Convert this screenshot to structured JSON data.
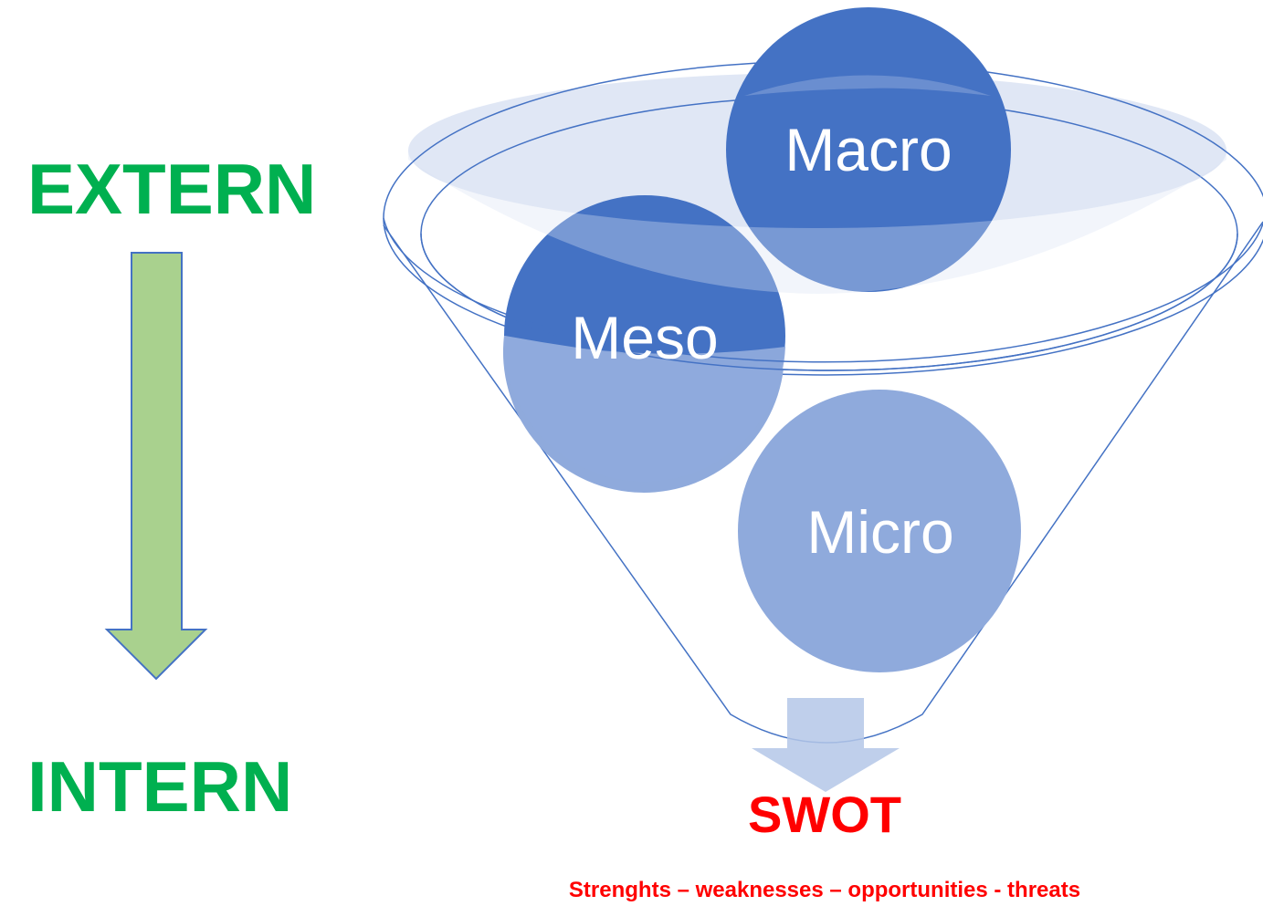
{
  "left": {
    "top_label": "EXTERN",
    "bottom_label": "INTERN",
    "label_color": "#00b050",
    "arrow_icon": "arrow-down-icon",
    "arrow_fill": "#a9d18e",
    "arrow_stroke": "#4472c4"
  },
  "funnel": {
    "icon": "funnel-icon",
    "stroke_color": "#4472c4",
    "rim_fill": "#dae3f3",
    "circles": {
      "macro": {
        "label": "Macro",
        "color": "#4472c4"
      },
      "meso": {
        "label": "Meso",
        "color": "#4472c4"
      },
      "micro": {
        "label": "Micro",
        "color": "#8faadc"
      }
    },
    "output_arrow_color": "#b4c7e7"
  },
  "result": {
    "title": "SWOT",
    "subtitle": "Strenghts – weaknesses – opportunities - threats",
    "color": "#ff0000"
  }
}
